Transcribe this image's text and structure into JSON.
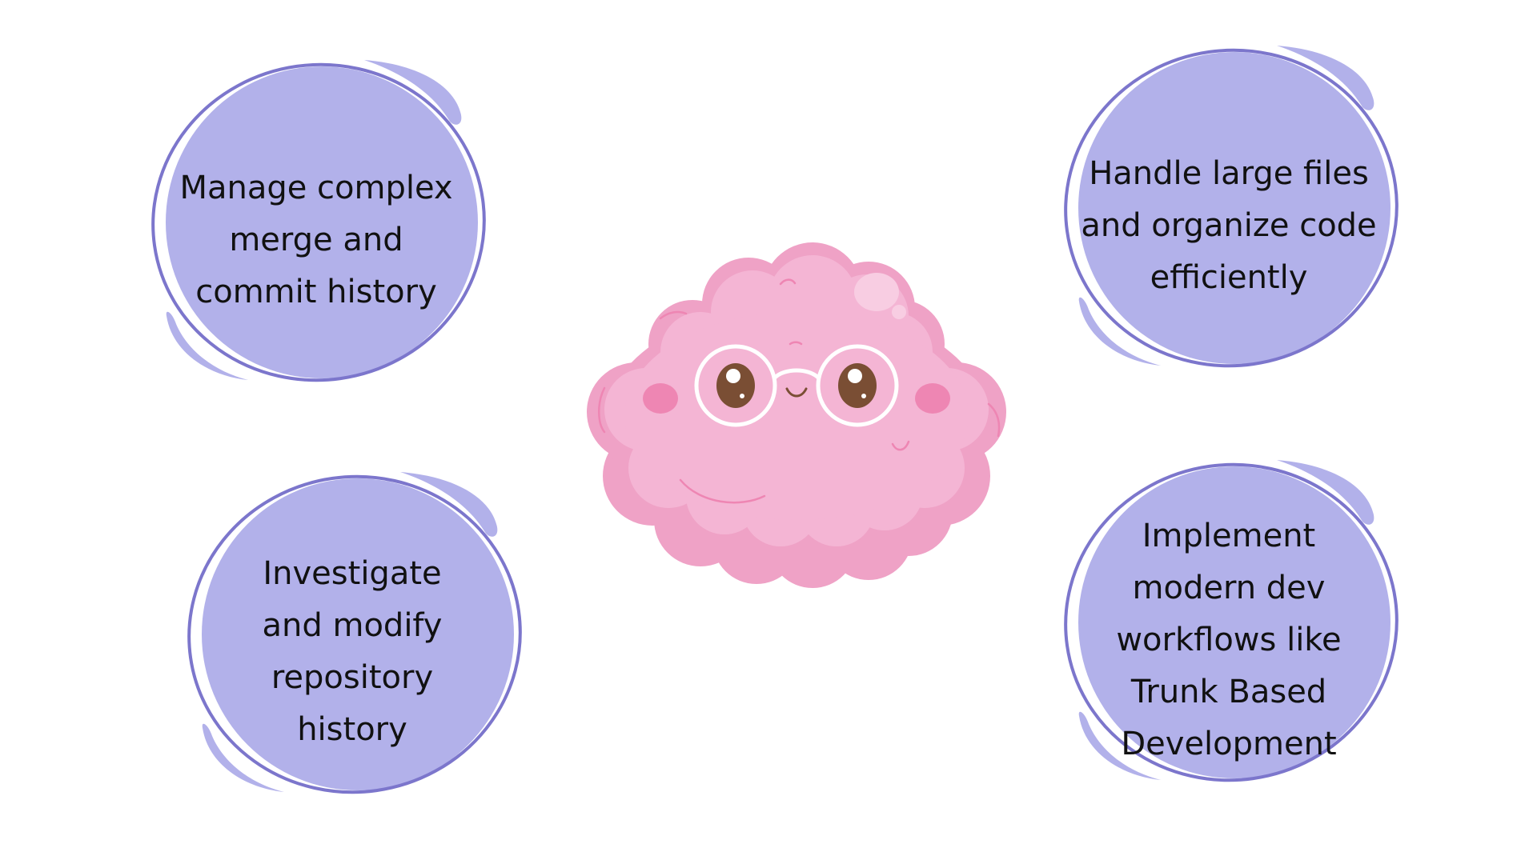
{
  "colors": {
    "bubble_fill": "#b2b1ea",
    "bubble_ring": "#7c76cc",
    "bubble_swoosh": "#b2b1ea",
    "mascot_pink": "#f4b5d4",
    "mascot_pink_dark": "#efa2c6",
    "mascot_cheek": "#ee86b3",
    "mascot_eye": "#7a4e34",
    "glasses": "#ffffff",
    "text": "#111111"
  },
  "mascot": {
    "icon": "happy-brain-with-glasses-icon"
  },
  "bubbles": [
    {
      "lines": [
        "Manage complex",
        "merge and",
        "commit history"
      ]
    },
    {
      "lines": [
        "Handle large files",
        "and organize code",
        "efficiently"
      ]
    },
    {
      "lines": [
        "Investigate",
        "and modify",
        "repository",
        "history"
      ]
    },
    {
      "lines": [
        "Implement",
        "modern dev",
        "workflows like",
        "Trunk Based",
        "Development"
      ]
    }
  ]
}
